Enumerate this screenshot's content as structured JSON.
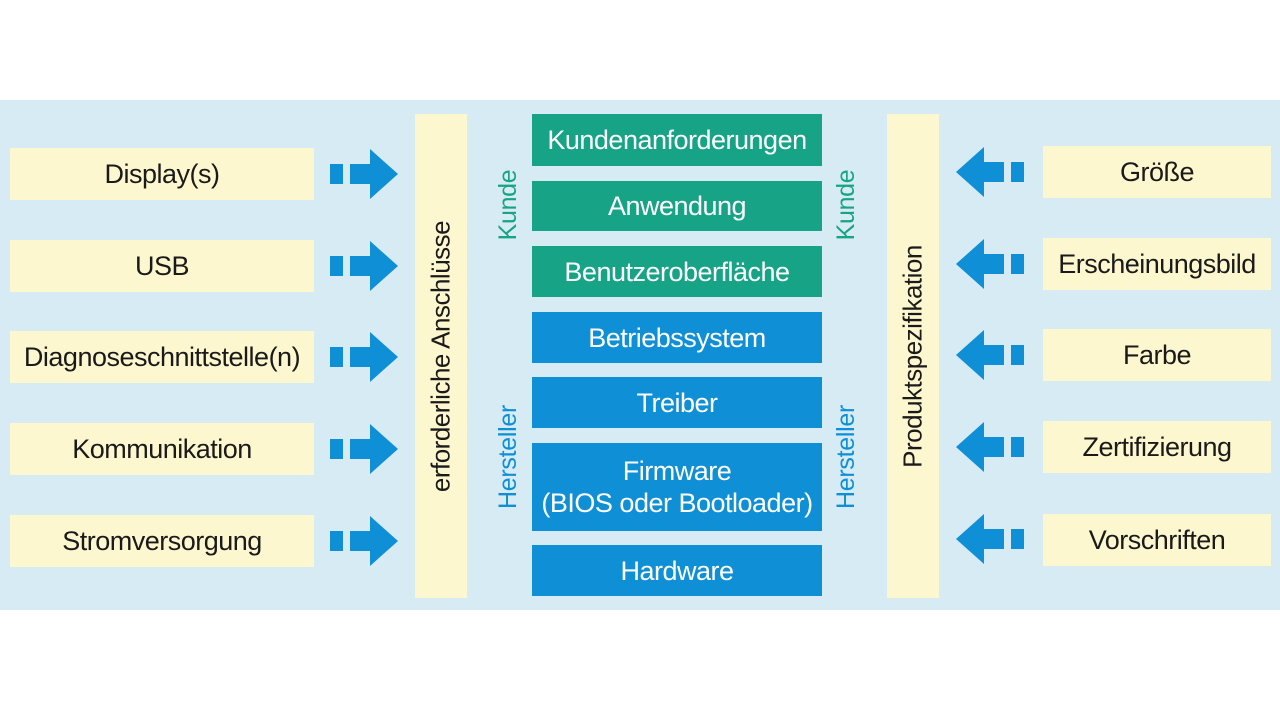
{
  "colors": {
    "panel_bg": "#d6ebf4",
    "box_bg": "#fdf7cf",
    "green": "#17a386",
    "blue": "#0f8fd6"
  },
  "left_items": [
    {
      "label": "Display(s)"
    },
    {
      "label": "USB"
    },
    {
      "label": "Diagnoseschnittstelle(n)"
    },
    {
      "label": "Kommunikation"
    },
    {
      "label": "Stromversorgung"
    }
  ],
  "left_bar_label": "erforderliche Anschlüsse",
  "right_items": [
    {
      "label": "Größe"
    },
    {
      "label": "Erscheinungsbild"
    },
    {
      "label": "Farbe"
    },
    {
      "label": "Zertifizierung"
    },
    {
      "label": "Vorschriften"
    }
  ],
  "right_bar_label": "Produktspezifikation",
  "stack": [
    {
      "line1": "Kundenanforderungen",
      "line2": "",
      "group": "customer"
    },
    {
      "line1": "Anwendung",
      "line2": "",
      "group": "customer"
    },
    {
      "line1": "Benutzeroberfläche",
      "line2": "",
      "group": "customer"
    },
    {
      "line1": "Betriebssystem",
      "line2": "",
      "group": "manufacturer"
    },
    {
      "line1": "Treiber",
      "line2": "",
      "group": "manufacturer"
    },
    {
      "line1": "Firmware",
      "line2": "(BIOS oder Bootloader)",
      "group": "manufacturer"
    },
    {
      "line1": "Hardware",
      "line2": "",
      "group": "manufacturer"
    }
  ],
  "side_labels": {
    "customer": "Kunde",
    "manufacturer": "Hersteller"
  }
}
